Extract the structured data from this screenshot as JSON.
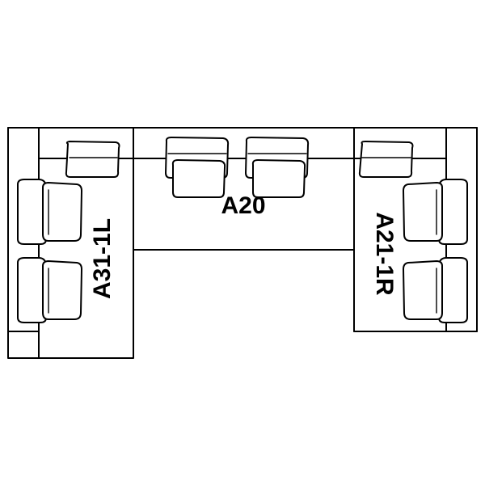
{
  "modules": {
    "left": {
      "label": "A31-1L"
    },
    "center": {
      "label": "A20"
    },
    "right": {
      "label": "A21-1R"
    }
  },
  "colors": {
    "line": "#000000",
    "background": "#ffffff"
  }
}
